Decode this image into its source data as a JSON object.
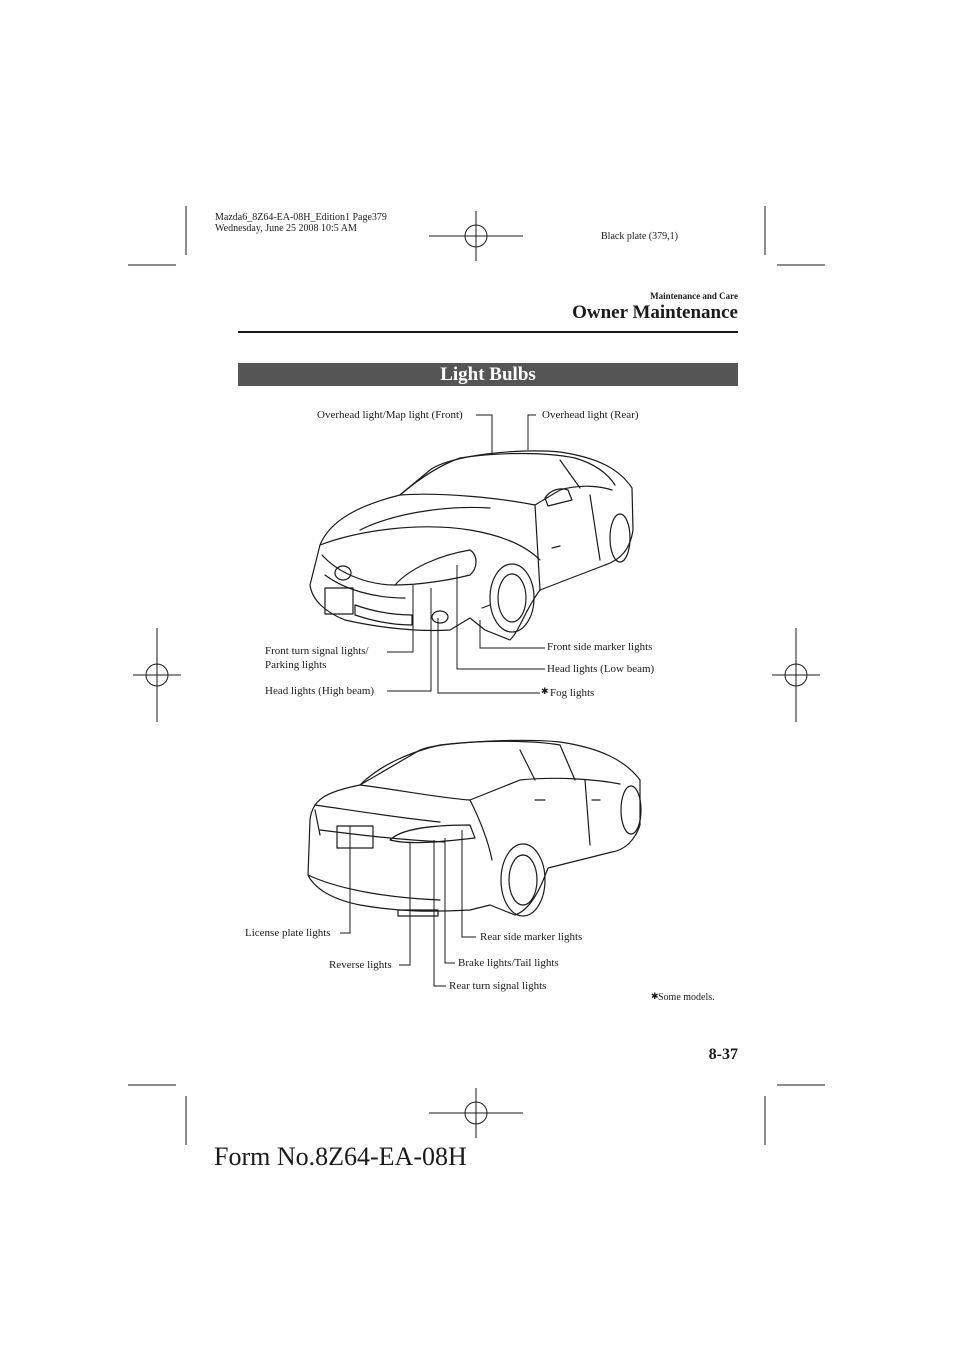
{
  "print_header": {
    "line1": "Mazda6_8Z64-EA-08H_Edition1 Page379",
    "line2": "Wednesday, June 25 2008 10:5 AM",
    "plate": "Black plate (379,1)"
  },
  "header": {
    "section": "Maintenance and Care",
    "title": "Owner Maintenance"
  },
  "banner": "Light Bulbs",
  "front_labels": {
    "overhead_front": "Overhead light/Map light (Front)",
    "overhead_rear": "Overhead light (Rear)",
    "front_turn_line1": "Front turn signal lights/",
    "front_turn_line2": "Parking lights",
    "head_high": "Head lights (High beam)",
    "front_side_marker": "Front side marker lights",
    "head_low": "Head lights (Low beam)",
    "fog_star": "✱",
    "fog": "Fog lights"
  },
  "rear_labels": {
    "license": "License plate lights",
    "reverse": "Reverse lights",
    "rear_side_marker": "Rear side marker lights",
    "brake_tail": "Brake lights/Tail lights",
    "rear_turn": "Rear turn signal lights"
  },
  "footnote_star": "✱",
  "footnote": "Some models.",
  "page_number": "8-37",
  "form_number": "Form No.8Z64-EA-08H"
}
